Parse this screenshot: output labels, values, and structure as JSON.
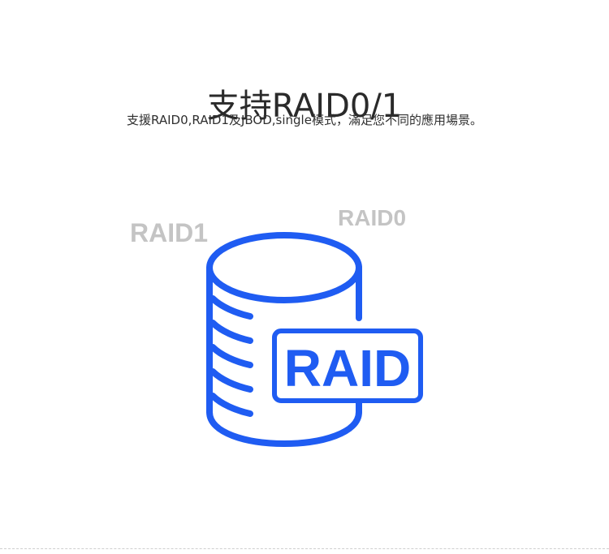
{
  "header": {
    "title": "支持RAID0/1",
    "subtitle": "支援RAID0,RAID1及JBOD,single模式，滿足您不同的應用場景。"
  },
  "illustration": {
    "label_raid1": "RAID1",
    "label_raid0": "RAID0",
    "badge_text": "RAID",
    "icon": "database-cylinder-icon",
    "colors": {
      "accent": "#1f5cf2",
      "label_gray": "#c4c4c4"
    }
  }
}
